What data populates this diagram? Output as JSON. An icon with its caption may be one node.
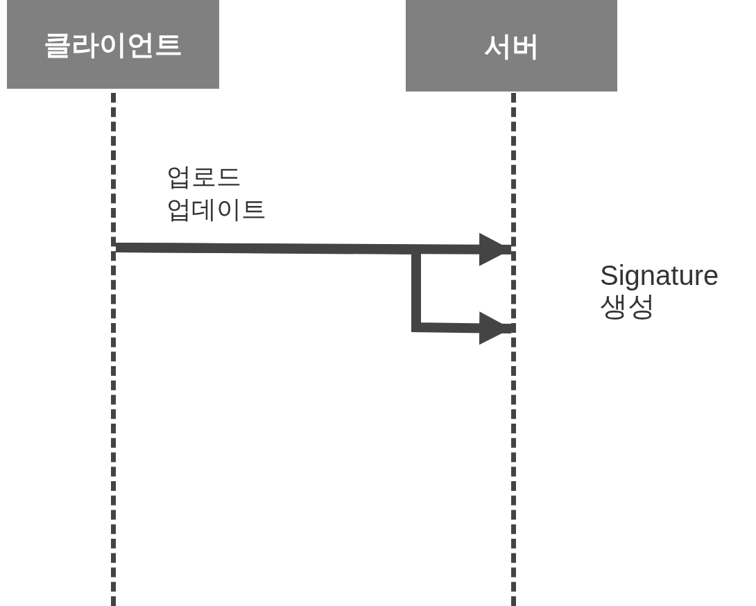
{
  "diagram": {
    "nodes": [
      {
        "text": [
          "클라이언트"
        ]
      },
      {
        "text": [
          "서버"
        ]
      },
      {
        "text": [],
        "shape": "line"
      },
      {
        "text": [],
        "shape": "line"
      }
    ],
    "edges": [
      {
        "from": 2,
        "to": 3,
        "arrow": "to",
        "label": "업로드 업데이트"
      },
      {
        "from": 2,
        "to": 3,
        "arrow": "to"
      }
    ],
    "labels": [
      "Signature 생성"
    ]
  }
}
